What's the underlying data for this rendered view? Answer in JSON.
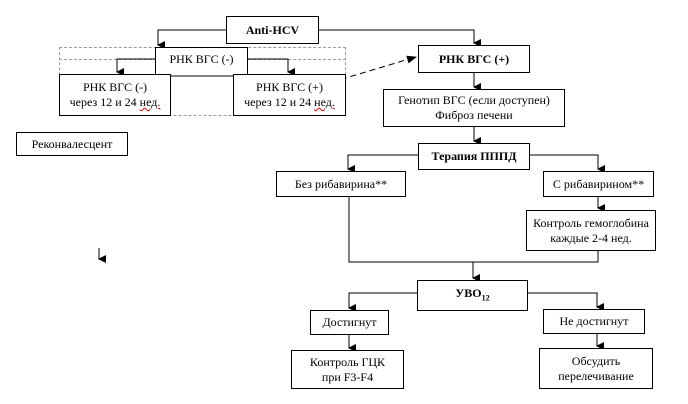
{
  "diagram": {
    "nodes": {
      "anti_hcv": "Anti-HCV",
      "rna_negative": "РНК ВГС (-)",
      "rna_negative_followup": {
        "line1": "РНК ВГС (-)",
        "line2_prefix": "через 12 и 24 ",
        "line2_suffix": "нед."
      },
      "rna_positive_followup": {
        "line1": "РНК ВГС (+)",
        "line2_prefix": "через 12 и 24 ",
        "line2_suffix": "нед."
      },
      "rna_positive": "РНК ВГС (+)",
      "genotype": {
        "line1": "Генотип ВГС (если доступен)",
        "line2": "Фиброз печени"
      },
      "reconvalescent": "Реконвалесцент",
      "therapy": "Терапия ПППД",
      "without_ribavirin": "Без рибавирина**",
      "with_ribavirin": "С рибавирином**",
      "hemoglobin_control": {
        "line1": "Контроль гемоглобина",
        "line2": "каждые 2-4 нед."
      },
      "svr": {
        "main": "УВО",
        "sub": "12"
      },
      "achieved": "Достигнут",
      "not_achieved": "Не достигнут",
      "hcc_control": {
        "line1": "Контроль ГЦК",
        "line2": "при F3-F4"
      },
      "retreatment": {
        "line1": "Обсудить",
        "line2": "перелечивание"
      }
    },
    "colors": {
      "line": "#000000",
      "dashed_frame": "#9a9a9a",
      "spellcheck": "#d00000"
    }
  }
}
